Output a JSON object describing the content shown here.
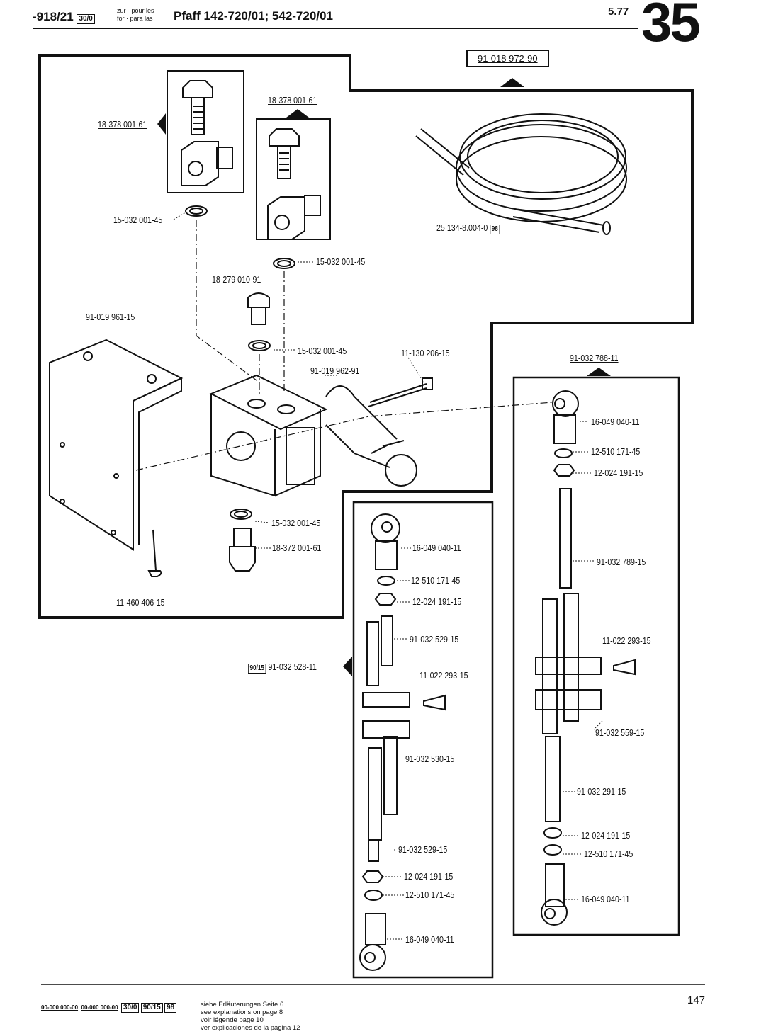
{
  "header": {
    "doc_code": "-918/21",
    "code_box": "30/0",
    "for_lines": [
      "zur · pour les",
      "for · para las"
    ],
    "title": "Pfaff 142-720/01; 542-720/01",
    "date": "5.77",
    "page_section": "35"
  },
  "parts": {
    "hose_assembly": "91-018 972-90",
    "banjo_bolt_left": "18-378 001-61",
    "banjo_bolt_center": "18-378 001-61",
    "hose": "25 134-8.004-0",
    "hose_box": "98",
    "washer_upper_left": "15-032 001-45",
    "washer_upper_right": "15-032 001-45",
    "plug_screw": "18-279 010-91",
    "bracket": "91-019 961-15",
    "washer_mid": "15-032 001-45",
    "screw_long": "11-130 206-15",
    "valve_block": "91-019 962-91",
    "rod_assembly_right": "91-032 788-11",
    "ball_socket_r_top": "16-049 040-11",
    "lockwasher_r_top": "12-510 171-45",
    "nut_r_top": "12-024 191-15",
    "rod_r_upper": "91-032 789-15",
    "washer_lower": "15-032 001-45",
    "fitting_lower": "18-372 001-61",
    "wood_screw": "11-460 406-15",
    "screw_r_clamp": "11-022 293-15",
    "clamp_r": "91-032 559-15",
    "rod_r_lower": "91-032 291-15",
    "nut_r_bottom": "12-024 191-15",
    "lockwasher_r_bottom": "12-510 171-45",
    "ball_socket_r_bottom": "16-049 040-11",
    "rod_assembly_mid_box": "90/15",
    "rod_assembly_mid": "91-032 528-11",
    "ball_socket_m_top": "16-049 040-11",
    "lockwasher_m_top": "12-510 171-45",
    "nut_m_top": "12-024 191-15",
    "rod_m_upper": "91-032 529-15",
    "screw_m_clamp": "11-022 293-15",
    "clamp_m": "91-032 530-15",
    "rod_m_lower": "91-032 529-15",
    "nut_m_bottom": "12-024 191-15",
    "lockwasher_m_bottom": "12-510 171-45",
    "ball_socket_m_bottom": "16-049 040-11"
  },
  "footer": {
    "codes": [
      "00-000 000-00",
      "00-000 000-00",
      "30/0",
      "90/15",
      "98"
    ],
    "notes": [
      "siehe Erläuterungen Seite 6",
      "see explanations on page 8",
      "voir légende page 10",
      "ver explicaciones de la pagina 12"
    ],
    "page_number": "147"
  }
}
